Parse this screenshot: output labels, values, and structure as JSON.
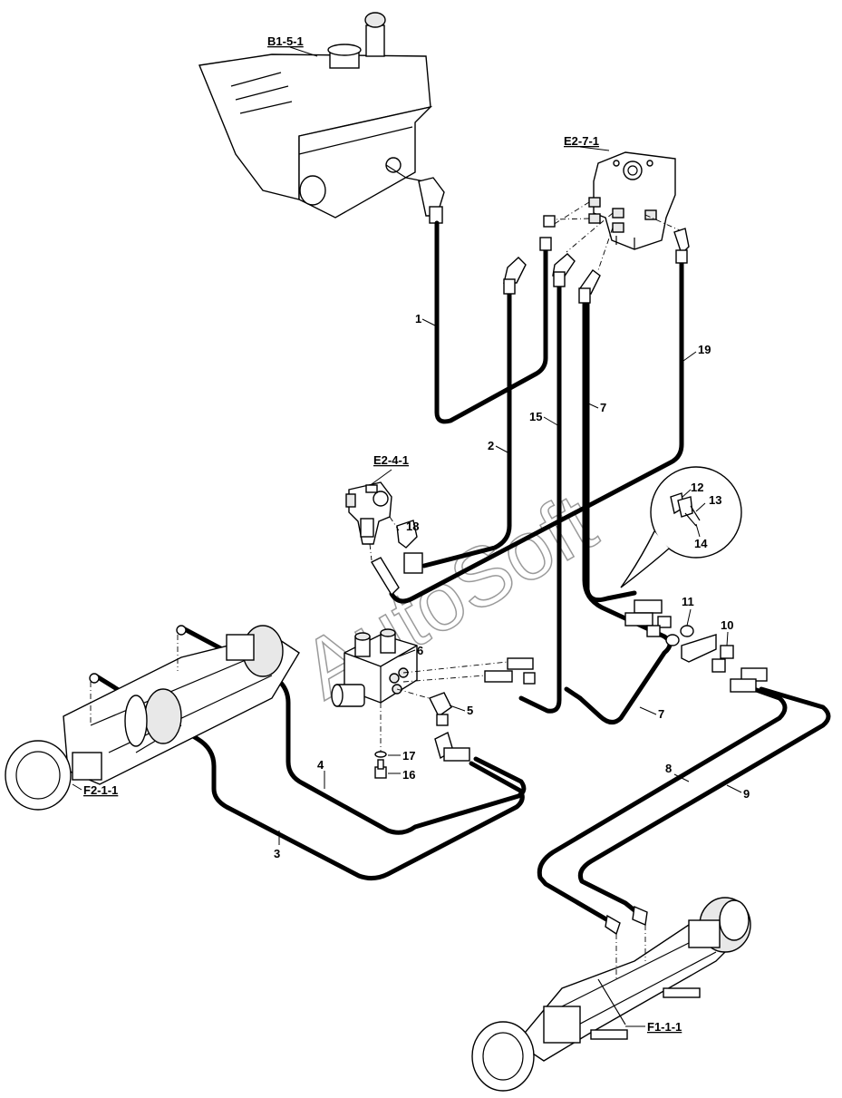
{
  "refs": {
    "tank": "B1-5-1",
    "valve_block": "E2-7-1",
    "small_valve": "E2-4-1",
    "rear_axle": "F2-1-1",
    "front_axle": "F1-1-1"
  },
  "callouts": {
    "n1": "1",
    "n2": "2",
    "n3": "3",
    "n4": "4",
    "n5": "5",
    "n6": "6",
    "n7a": "7",
    "n7b": "7",
    "n8": "8",
    "n9": "9",
    "n10": "10",
    "n11": "11",
    "n12": "12",
    "n13": "13",
    "n14": "14",
    "n15": "15",
    "n16": "16",
    "n17": "17",
    "n18": "18",
    "n19": "19"
  },
  "watermark": "AutoSoft"
}
